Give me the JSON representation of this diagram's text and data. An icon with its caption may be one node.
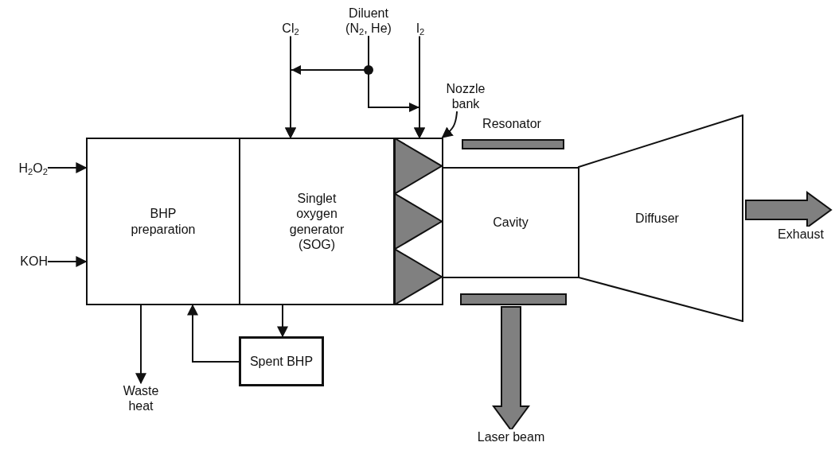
{
  "diagram": {
    "nodes": [
      {
        "text": [
          "H$_{2}$O$_{2}$"
        ]
      },
      {
        "text": [
          "KOH"
        ]
      },
      {
        "text": [
          "Cl$_{2}$"
        ]
      },
      {
        "text": [
          "Diluent (N$_{2}$, He)"
        ]
      },
      {
        "text": [
          "I$_{2}$"
        ]
      },
      {
        "text": [
          "BHP preparation"
        ]
      },
      {
        "text": [
          "Singlet oxygen generator (SOG)"
        ]
      },
      {
        "text": [],
        "shape": "box"
      },
      {
        "text": [
          "Nozzle bank"
        ]
      },
      {
        "text": [
          "Spent BHP"
        ]
      },
      {
        "text": [
          "Cavity"
        ]
      },
      {
        "text": [
          "Diffuser"
        ]
      },
      {
        "text": [
          "Resonator"
        ]
      },
      {
        "text": [],
        "shape": "bar"
      },
      {
        "text": [
          "Waste heat"
        ]
      }
    ],
    "edges": [
      {
        "from": 0,
        "to": 5,
        "arrow": "to"
      },
      {
        "from": 1,
        "to": 5,
        "arrow": "to"
      },
      {
        "from": 2,
        "to": 6,
        "arrow": "to"
      },
      {
        "from": 4,
        "to": 7,
        "arrow": "to"
      },
      {
        "from": 3,
        "to": 6,
        "arrow": "to"
      },
      {
        "from": 3,
        "to": 7,
        "arrow": "to"
      },
      {
        "from": 8,
        "to": 7,
        "arrow": "to"
      },
      {
        "from": 6,
        "to": 9,
        "arrow": "to"
      },
      {
        "from": 9,
        "to": 5,
        "arrow": "to"
      },
      {
        "from": 5,
        "to": 14,
        "arrow": "to"
      },
      {
        "from": 11,
        "to": null,
        "arrow": "to",
        "style": "thick",
        "label": "Exhaust"
      },
      {
        "from": 13,
        "to": null,
        "arrow": "to",
        "style": "thick",
        "label": "Laser beam"
      }
    ]
  }
}
